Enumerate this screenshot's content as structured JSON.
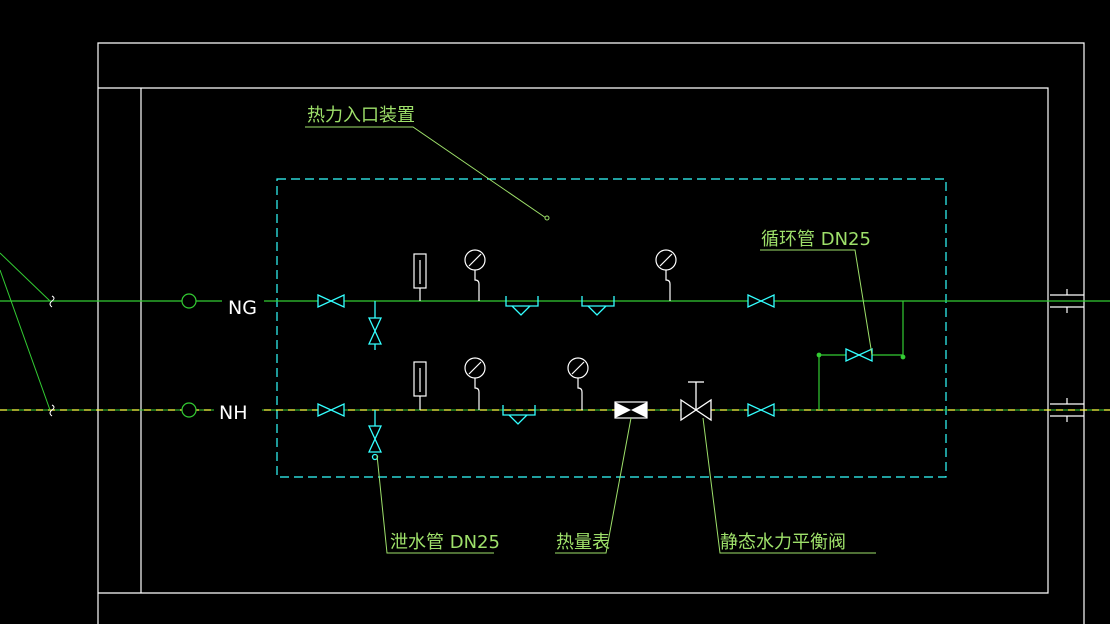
{
  "labels": {
    "heat_entrance_device": "热力入口装置",
    "circulation_pipe": "循环管 DN25",
    "drain_pipe": "泄水管 DN25",
    "heat_meter": "热量表",
    "static_balance_valve": "静态水力平衡阀",
    "supply_pipe": "NG",
    "return_pipe": "NH"
  },
  "colors": {
    "background": "#000000",
    "frame": "#ffffff",
    "pipe": "#33cc33",
    "return_dash": "#ffff44",
    "equipment": "#33ffff",
    "leader": "#9ee06a",
    "text_white": "#ffffff"
  }
}
